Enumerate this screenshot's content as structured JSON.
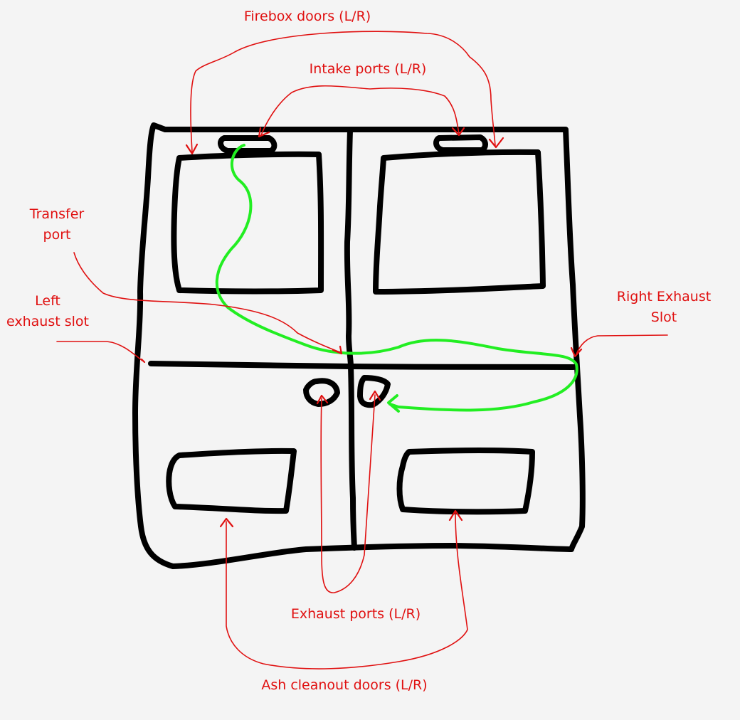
{
  "colors": {
    "background": "#f4f4f4",
    "outline": "#000000",
    "label": "#e01010",
    "airflow": "#22ee22"
  },
  "labels": {
    "firebox_doors": "Firebox doors (L/R)",
    "intake_ports": "Intake ports (L/R)",
    "transfer_port": [
      "Transfer",
      "port"
    ],
    "left_exhaust_slot": [
      "Left",
      "exhaust slot"
    ],
    "right_exhaust_slot": [
      "Right Exhaust",
      "Slot"
    ],
    "exhaust_ports": "Exhaust ports (L/R)",
    "ash_cleanout_doors": "Ash cleanout doors (L/R)"
  }
}
